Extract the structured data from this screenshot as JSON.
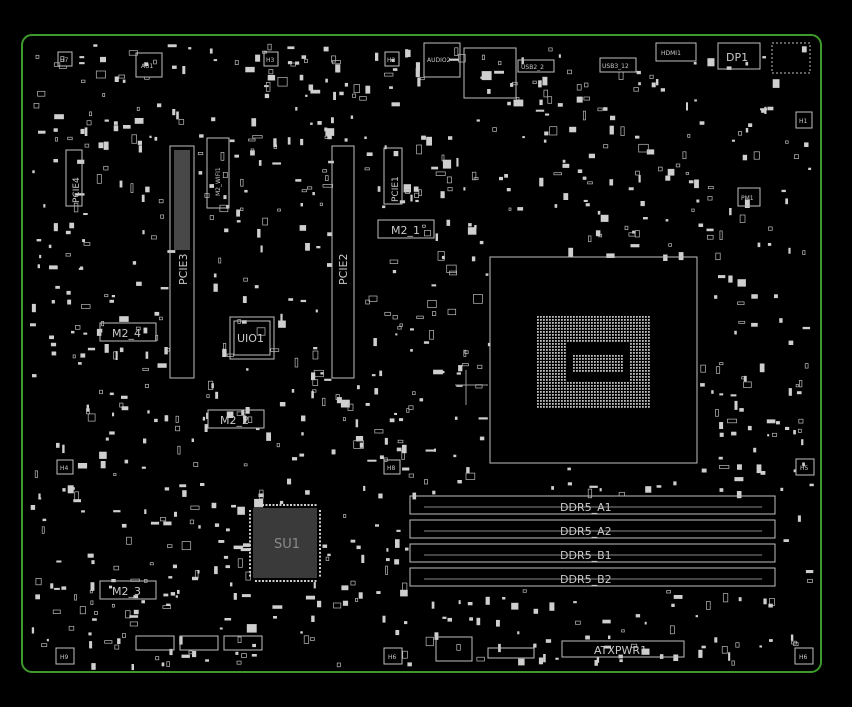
{
  "board": {
    "outline_color": "#3e9a2a",
    "silk_color": "#c9c9c9",
    "background": "#000000"
  },
  "labels": {
    "h7": "H7",
    "au1": "AU1",
    "h3": "H3",
    "h2": "H2",
    "audio2": "AUDIO2",
    "usb2_2": "USB2_2",
    "usb3_12": "USB3_12",
    "hdmi1": "HDMI1",
    "dp1": "DP1",
    "h1": "H1",
    "pcie4": "PCIE4",
    "pcie1": "PCIE1",
    "m2_wifi1": "M2_WIFI1",
    "pcie3": "PCIE3",
    "pcie2": "PCIE2",
    "m2_1": "M2_1",
    "m2_4": "M2_4",
    "uio1": "UIO1",
    "m2_2": "M2_2",
    "h4": "H4",
    "h5": "H5",
    "h8": "H8",
    "su1": "SU1",
    "m2_3": "M2_3",
    "ddr5_a1": "DDR5_A1",
    "ddr5_a2": "DDR5_A2",
    "ddr5_b1": "DDR5_B1",
    "ddr5_b2": "DDR5_B2",
    "atxpwr1": "ATXPWR1",
    "h9": "H9",
    "h6": "H6",
    "pm1": "PM1"
  }
}
